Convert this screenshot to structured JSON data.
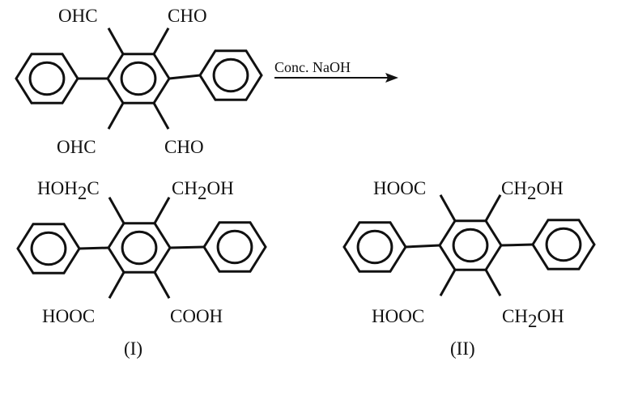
{
  "reactant": {
    "top_left": "OHC",
    "top_right": "CHO",
    "bottom_left": "OHC",
    "bottom_right": "CHO"
  },
  "reagent": "Conc. NaOH",
  "product_1": {
    "label": "(I)",
    "top_left": {
      "main": "HOH",
      "sub": "2",
      "tail": "C"
    },
    "top_right": {
      "main": "CH",
      "sub": "2",
      "tail": "OH"
    },
    "bottom_left": "HOOC",
    "bottom_right": "COOH"
  },
  "product_2": {
    "label": "(II)",
    "top_left": "HOOC",
    "top_right": {
      "main": "CH",
      "sub": "2",
      "tail": "OH"
    },
    "bottom_left": "HOOC",
    "bottom_right": {
      "main": "CH",
      "sub": "2",
      "tail": "OH"
    }
  },
  "colors": {
    "ink": "#111111",
    "background": "#ffffff"
  }
}
